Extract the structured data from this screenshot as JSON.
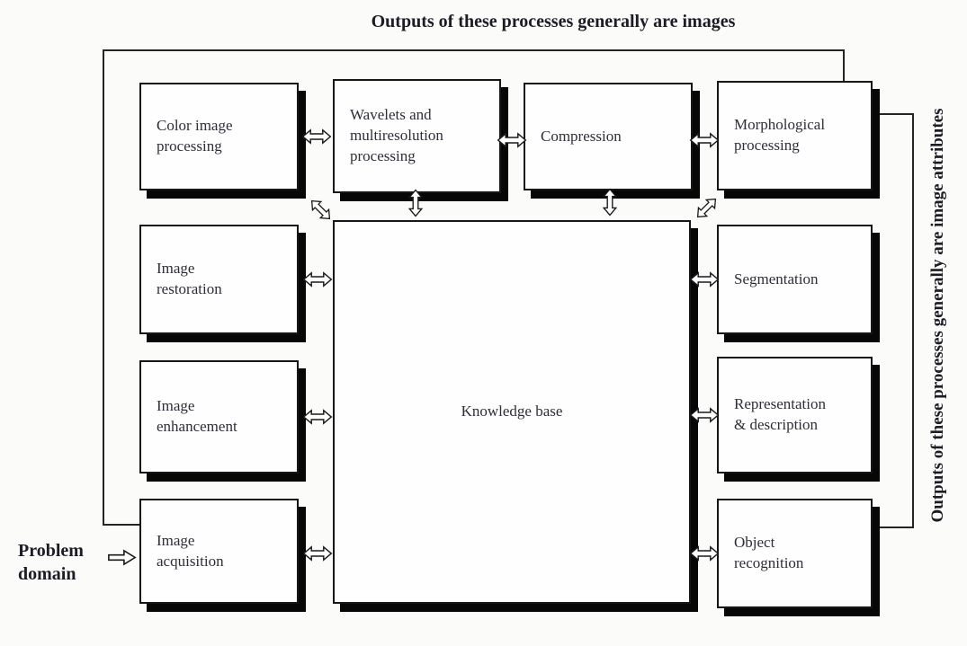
{
  "diagram": {
    "top_banner": "Outputs of these processes generally are images",
    "right_banner": "Outputs of these processes generally are image attributes",
    "problem_domain_label": "Problem\ndomain",
    "boxes": {
      "color_image_processing": "Color image\nprocessing",
      "wavelets": "Wavelets and\nmultiresolution\nprocessing",
      "compression": "Compression",
      "morphological": "Morphological\nprocessing",
      "image_restoration": "Image\nrestoration",
      "image_enhancement": "Image\nenhancement",
      "image_acquisition": "Image\nacquisition",
      "knowledge_base": "Knowledge base",
      "segmentation": "Segmentation",
      "representation": "Representation\n& description",
      "object_recognition": "Object\nrecognition"
    },
    "connections": [
      {
        "from": "color_image_processing",
        "to": "wavelets",
        "type": "bidirectional"
      },
      {
        "from": "wavelets",
        "to": "compression",
        "type": "bidirectional"
      },
      {
        "from": "compression",
        "to": "morphological",
        "type": "bidirectional"
      },
      {
        "from": "color_image_processing",
        "to": "knowledge_base",
        "type": "bidirectional-diagonal"
      },
      {
        "from": "wavelets",
        "to": "knowledge_base",
        "type": "bidirectional"
      },
      {
        "from": "compression",
        "to": "knowledge_base",
        "type": "bidirectional"
      },
      {
        "from": "morphological",
        "to": "knowledge_base",
        "type": "bidirectional-diagonal"
      },
      {
        "from": "image_restoration",
        "to": "knowledge_base",
        "type": "bidirectional"
      },
      {
        "from": "image_enhancement",
        "to": "knowledge_base",
        "type": "bidirectional"
      },
      {
        "from": "image_acquisition",
        "to": "knowledge_base",
        "type": "bidirectional"
      },
      {
        "from": "knowledge_base",
        "to": "segmentation",
        "type": "bidirectional"
      },
      {
        "from": "knowledge_base",
        "to": "representation",
        "type": "bidirectional"
      },
      {
        "from": "knowledge_base",
        "to": "object_recognition",
        "type": "bidirectional"
      },
      {
        "from": "problem_domain",
        "to": "image_acquisition",
        "type": "single"
      },
      {
        "from": "top_banner_line",
        "to": "image_acquisition",
        "type": "feedback-line"
      },
      {
        "from": "morphological",
        "to": "object_recognition",
        "type": "right-bracket"
      }
    ],
    "colors": {
      "line": "#242424",
      "border": "#161616",
      "shadow": "#070707",
      "text": "#2e2e38",
      "background": "#fbfbfa"
    }
  }
}
